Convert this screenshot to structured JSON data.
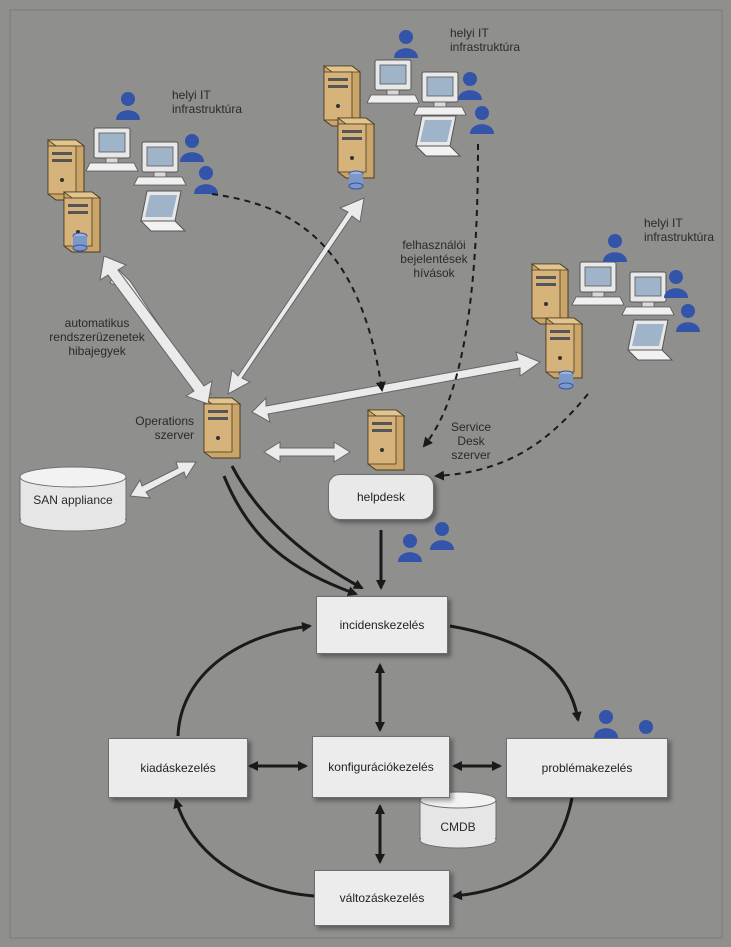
{
  "labels": {
    "helyi_it_1": "helyi IT\ninfrastruktúra",
    "helyi_it_2": "helyi IT\ninfrastruktúra",
    "helyi_it_3": "helyi IT\ninfrastruktúra",
    "automatikus": "automatikus\nrendszerüzenetek\nhibajegyek",
    "felhasznaloi": "felhasználói\nbejelentések\nhívások",
    "operations": "Operations\nszerver",
    "service_desk": "Service\nDesk\nszerver",
    "san": "SAN appliance",
    "helpdesk": "helpdesk",
    "cmdb": "CMDB"
  },
  "processes": {
    "incident": "incidenskezelés",
    "release": "kiadáskezelés",
    "configuration": "konfigurációkezelés",
    "problem": "problémakezelés",
    "change": "változáskezelés"
  },
  "colors": {
    "background": "#8f8f8d",
    "box_fill": "#ececec",
    "server_fill": "#c9a66e",
    "user_fill": "#3354a8",
    "arrow": "#1a1a1a"
  }
}
